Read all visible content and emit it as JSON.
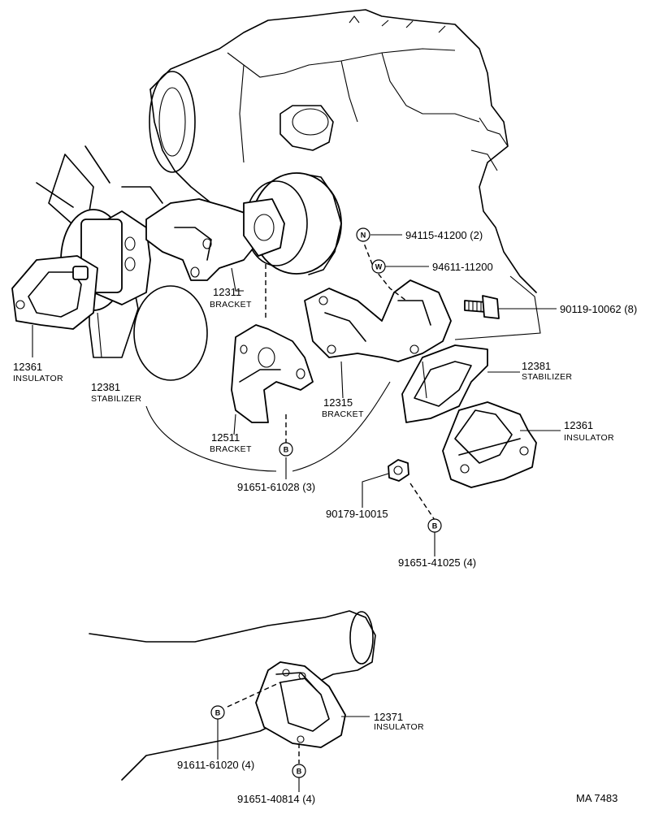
{
  "diagram_id": "MA 7483",
  "symbols": {
    "nut": "N",
    "washer": "W",
    "bolt": "B"
  },
  "labels": {
    "p94115": "94115-41200 (2)",
    "p94611": "94611-11200",
    "p90119": "90119-10062 (8)",
    "p12381r_num": "12381",
    "p12381r_name": "STABILIZER",
    "p12361r_num": "12361",
    "p12361r_name": "INSULATOR",
    "p12311_num": "12311",
    "p12311_name": "BRACKET",
    "p12315_num": "12315",
    "p12315_name": "BRACKET",
    "p12361l_num": "12361",
    "p12361l_name": "INSULATOR",
    "p12381l_num": "12381",
    "p12381l_name": "STABILIZER",
    "p12511_num": "12511",
    "p12511_name": "BRACKET",
    "p91651_61028": "91651-61028 (3)",
    "p90179": "90179-10015",
    "p91651_41025": "91651-41025 (4)",
    "p12371_num": "12371",
    "p12371_name": "INSULATOR",
    "p91611": "91611-61020 (4)",
    "p91651_40814": "91651-40814 (4)"
  }
}
